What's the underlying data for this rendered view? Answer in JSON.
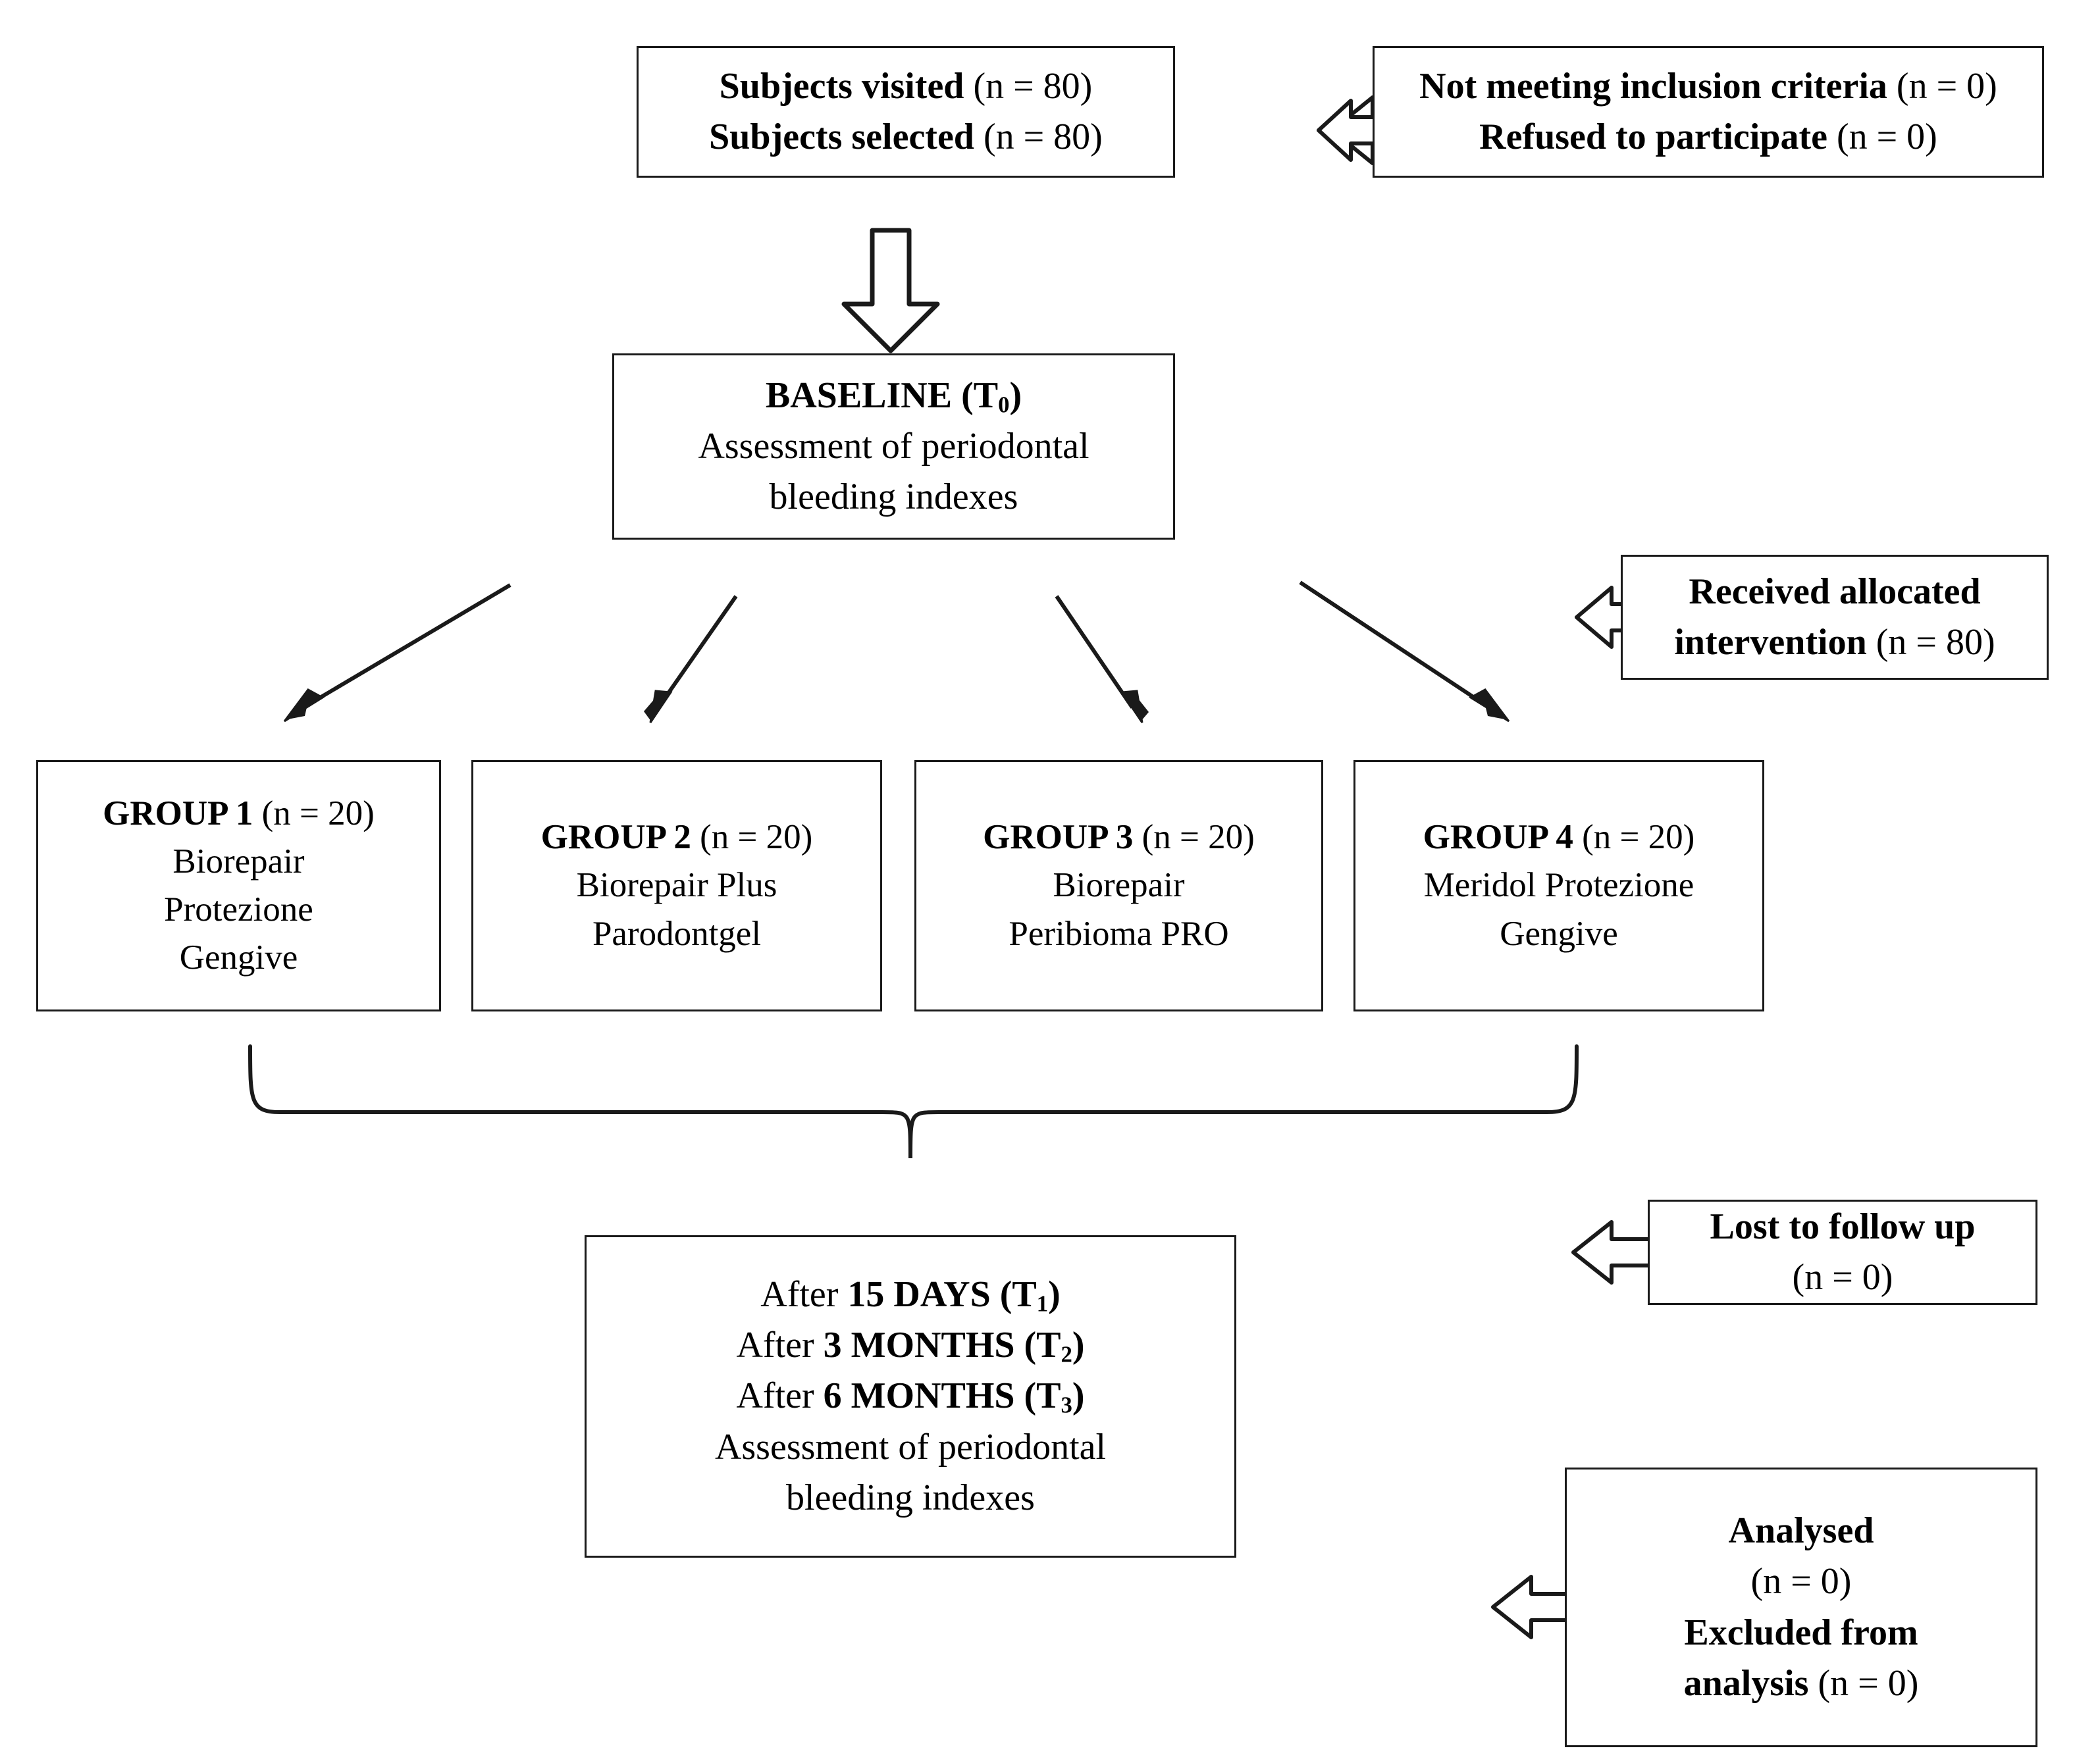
{
  "diagram": {
    "title": "CONSORT participant flow diagram",
    "stroke_color": "#1a1a1a",
    "background": "#ffffff"
  },
  "nodes": {
    "screened": {
      "name": "subjects-screened",
      "lines": [
        {
          "bold": "Subjects visited",
          "rest": " (n = 80)"
        },
        {
          "bold": "Subjects selected",
          "rest": " (n = 80)"
        }
      ]
    },
    "excluded": {
      "name": "excluded-reasons",
      "lines": [
        {
          "bold": "Not meeting inclusion criteria",
          "rest": " (n = 0)"
        },
        {
          "bold": "Refused to participate",
          "rest": " (n = 0)"
        }
      ]
    },
    "baseline": {
      "name": "baseline-assessment",
      "heading_prefix": "BASELINE (T",
      "heading_sub": "0",
      "heading_suffix": ")",
      "body": [
        "Assessment of periodontal",
        "bleeding indexes"
      ]
    },
    "allocation": {
      "name": "received-allocated-intervention",
      "lines": [
        {
          "bold": "Received allocated",
          "rest": ""
        },
        {
          "bold": "intervention",
          "rest": " (n = 80)"
        }
      ]
    },
    "groups": [
      {
        "name": "group-1",
        "heading_bold": "GROUP 1",
        "heading_rest": " (n = 20)",
        "body": [
          "Biorepair",
          "Protezione",
          "Gengive"
        ]
      },
      {
        "name": "group-2",
        "heading_bold": "GROUP 2",
        "heading_rest": " (n = 20)",
        "body": [
          "Biorepair Plus",
          "Parodontgel"
        ]
      },
      {
        "name": "group-3",
        "heading_bold": "GROUP 3",
        "heading_rest": " (n = 20)",
        "body": [
          "Biorepair",
          "Peribioma PRO"
        ]
      },
      {
        "name": "group-4",
        "heading_bold": "GROUP 4",
        "heading_rest": " (n = 20)",
        "body": [
          "Meridol Protezione",
          "Gengive"
        ]
      }
    ],
    "followup": {
      "name": "followup-assessment",
      "timepoints": [
        {
          "prefix": "After ",
          "bold": "15 DAYS (T",
          "sub": "1",
          "suffix": ")"
        },
        {
          "prefix": "After ",
          "bold": "3 MONTHS (T",
          "sub": "2",
          "suffix": ")"
        },
        {
          "prefix": "After ",
          "bold": "6 MONTHS (T",
          "sub": "3",
          "suffix": ")"
        }
      ],
      "body": [
        "Assessment of periodontal",
        "bleeding indexes"
      ]
    },
    "lost": {
      "name": "lost-to-follow-up",
      "lines": [
        {
          "bold": "Lost to follow up",
          "rest": ""
        },
        {
          "bold": "",
          "rest": "(n = 0)"
        }
      ]
    },
    "analysed": {
      "name": "analysed-excluded",
      "lines": [
        {
          "bold": "Analysed",
          "rest": ""
        },
        {
          "bold": "",
          "rest": "(n = 0)"
        },
        {
          "bold": "Excluded from",
          "rest": ""
        },
        {
          "bold": "analysis",
          "rest": " (n = 0)"
        }
      ]
    }
  },
  "connectors": {
    "down_arrow_to_baseline": "block-arrow-down",
    "excluded_to_screened": "block-arrow-left",
    "allocation_to_groups": "block-arrow-left",
    "lost_to_followup": "block-arrow-left",
    "analysed_to_followup": "block-arrow-left",
    "baseline_to_groups": "four-diagonal-arrows",
    "groups_to_followup": "curly-brace"
  }
}
